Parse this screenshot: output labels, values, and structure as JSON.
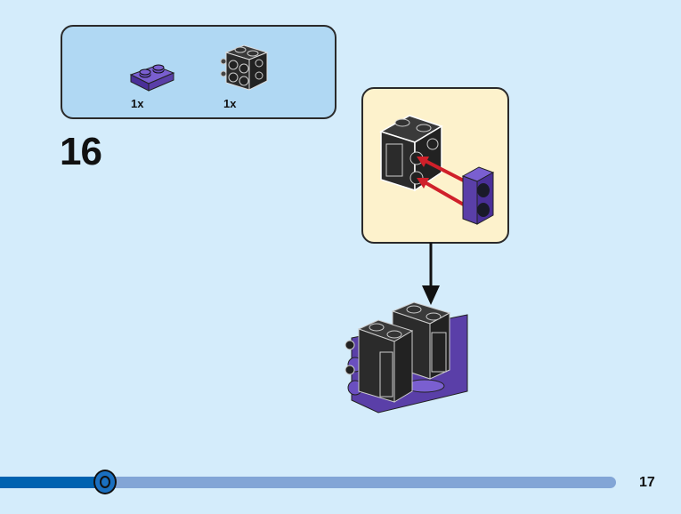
{
  "parts_list": {
    "items": [
      {
        "name": "purple-plate-1x2",
        "quantity": "1x",
        "color": "#5a3fa8"
      },
      {
        "name": "black-brick-1x2x2-studs-on-sides",
        "quantity": "1x",
        "color": "#2b2b2b"
      }
    ]
  },
  "step": {
    "number": "16"
  },
  "callout": {
    "background": "#fdf2cc",
    "arrow_color": "#d0202a"
  },
  "progress": {
    "fraction": 0.17,
    "fill_color": "#0062b0",
    "track_color": "#82a5d6"
  },
  "page": {
    "number": "17"
  },
  "colors": {
    "background": "#d4ecfb",
    "parts_box": "#b0d8f3",
    "purple": "#5a3fa8",
    "black": "#2b2b2b"
  }
}
